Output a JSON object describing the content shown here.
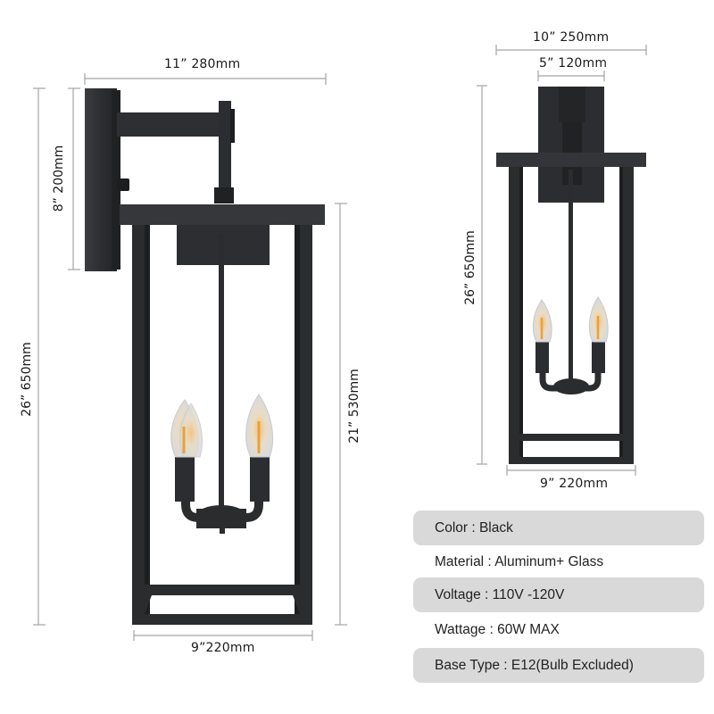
{
  "side_view": {
    "width_label": "11”  280mm",
    "arm_height_label": "8”  200mm",
    "total_height_label": "26”  650mm",
    "body_height_label": "21”  530mm",
    "base_width_label": "9”220mm"
  },
  "front_view": {
    "top_width_label": "10”  250mm",
    "backplate_width_label": "5”  120mm",
    "total_height_label": "26”  650mm",
    "base_width_label": "9”  220mm"
  },
  "specs": [
    {
      "label": "Color :  Black",
      "shaded": true
    },
    {
      "label": "Material : Aluminum+ Glass",
      "shaded": false
    },
    {
      "label": "Voltage : 110V -120V",
      "shaded": true
    },
    {
      "label": "Wattage : 60W MAX",
      "shaded": false
    },
    {
      "label": "Base Type : E12(Bulb Excluded)",
      "shaded": true
    }
  ],
  "colors": {
    "fixture": "#2a2c2e",
    "dimension_line": "#9a9a9a",
    "spec_band": "#d9d9d9",
    "bulb_glow": "#e8a13a"
  }
}
